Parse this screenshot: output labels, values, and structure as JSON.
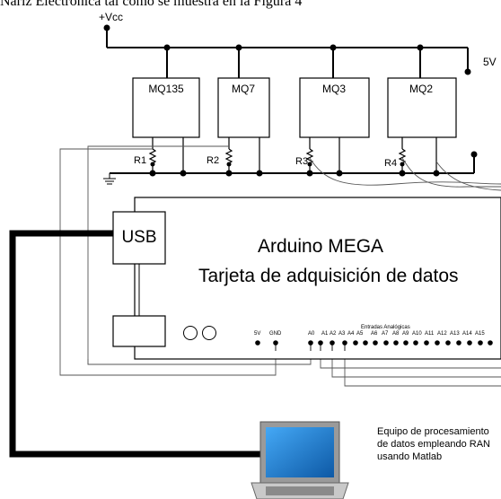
{
  "caption": "Nariz Electrónica tal como se muestra en la Figura 4",
  "supply": {
    "vcc": "+Vcc",
    "v5": "5V"
  },
  "sensors": [
    "MQ135",
    "MQ7",
    "MQ3",
    "MQ2"
  ],
  "resistors": [
    "R1",
    "R2",
    "R3",
    "R4"
  ],
  "board": {
    "usb": "USB",
    "title": "Arduino MEGA",
    "subtitle": "Tarjeta de adquisición de datos",
    "analog_header": "Entradas Analógicas",
    "power_pins": [
      "5V",
      "GND"
    ],
    "analog_pins": [
      "A0",
      "A1",
      "A2",
      "A3",
      "A4",
      "A5",
      "A6",
      "A7",
      "A8",
      "A9",
      "A10",
      "A11",
      "A12",
      "A13",
      "A14",
      "A15"
    ]
  },
  "laptop_note": "Equipo de procesamiento de datos empleando RAN usando Matlab"
}
